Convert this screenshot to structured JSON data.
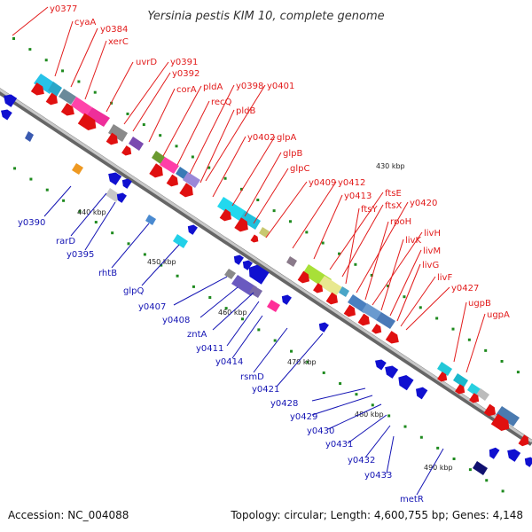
{
  "title": "Yersinia pestis KIM 10, complete genome",
  "accession": "Accession: NC_004088",
  "summary": "Topology: circular; Length: 4,600,755 bp; Genes: 4,148",
  "corner_mark": "",
  "colors": {
    "forward": "#e01010",
    "reverse": "#1010d0",
    "backbone": "#9a9a9a",
    "tick": "#1e8a1e",
    "label_forward": "#e21b1b",
    "label_reverse": "#1414b4"
  },
  "kbp_marks": [
    "430 kbp",
    "440 kbp",
    "450 kbp",
    "460 kbp",
    "470 kbp",
    "480 kbp",
    "490 kbp"
  ],
  "forward_genes": [
    "y0377",
    "cyaA",
    "y0384",
    "xerC",
    "uvrD",
    "y0391",
    "y0392",
    "corA",
    "pldA",
    "recQ",
    "y0398",
    "y0401",
    "pldB",
    "y0402",
    "glpA",
    "glpB",
    "glpC",
    "y0409",
    "y0412",
    "y0413",
    "ftsE",
    "ftsX",
    "ftsY",
    "y0420",
    "rpoH",
    "livH",
    "livK",
    "livM",
    "livG",
    "livF",
    "y0427",
    "ugpB",
    "ugpA"
  ],
  "reverse_genes": [
    "y0390",
    "rarD",
    "y0395",
    "rhtB",
    "glpQ",
    "y0407",
    "y0408",
    "zntA",
    "y0411",
    "y0414",
    "rsmD",
    "y0421",
    "y0428",
    "y0429",
    "y0430",
    "y0431",
    "y0432",
    "y0433",
    "metR"
  ]
}
